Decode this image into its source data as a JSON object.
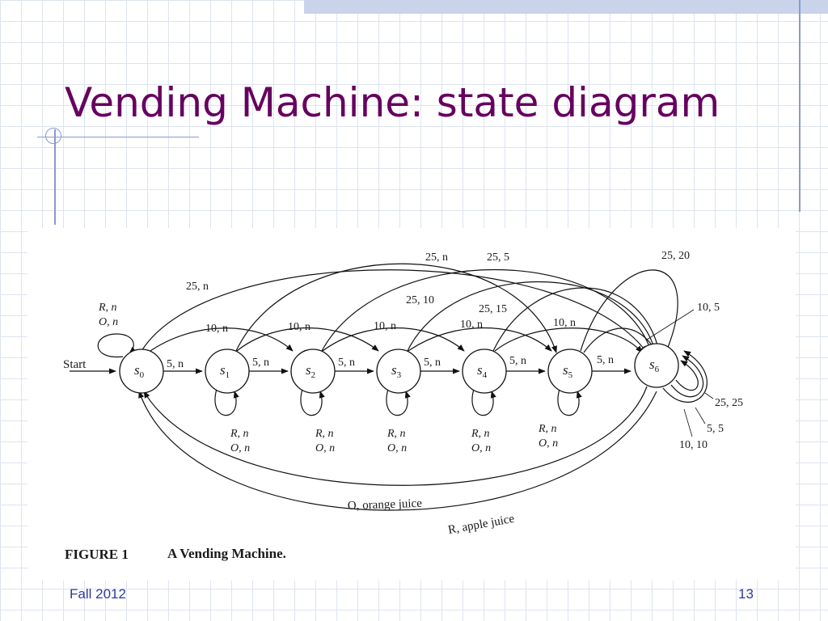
{
  "slide": {
    "title": "Vending Machine: state diagram",
    "footer_left": "Fall 2012",
    "footer_right": "13"
  },
  "figure": {
    "caption_label": "FIGURE 1",
    "caption_text": "A Vending Machine.",
    "start_label": "Start",
    "states": [
      {
        "id": "s0",
        "letter": "s",
        "sub": "0"
      },
      {
        "id": "s1",
        "letter": "s",
        "sub": "1"
      },
      {
        "id": "s2",
        "letter": "s",
        "sub": "2"
      },
      {
        "id": "s3",
        "letter": "s",
        "sub": "3"
      },
      {
        "id": "s4",
        "letter": "s",
        "sub": "4"
      },
      {
        "id": "s5",
        "letter": "s",
        "sub": "5"
      },
      {
        "id": "s6",
        "letter": "s",
        "sub": "6"
      }
    ],
    "self_loop_labels": {
      "line1": "R, n",
      "line2": "O, n"
    },
    "five_label": "5, n",
    "ten_label": "10, n",
    "upper_labels": {
      "s0_s6": "25, n",
      "s1_s5": "25, n",
      "s2_s6": "25, 5",
      "s3_s6": "25, 10",
      "s4_s6": "25, 15",
      "s5_s6": "25, 20",
      "s5_s6_ten": "10, 5"
    },
    "s6_loop_labels": {
      "outer": "25, 25",
      "middle": "5, 5",
      "inner": "10, 10"
    },
    "return_labels": {
      "orange": "O, orange juice",
      "apple": "R, apple juice"
    }
  }
}
